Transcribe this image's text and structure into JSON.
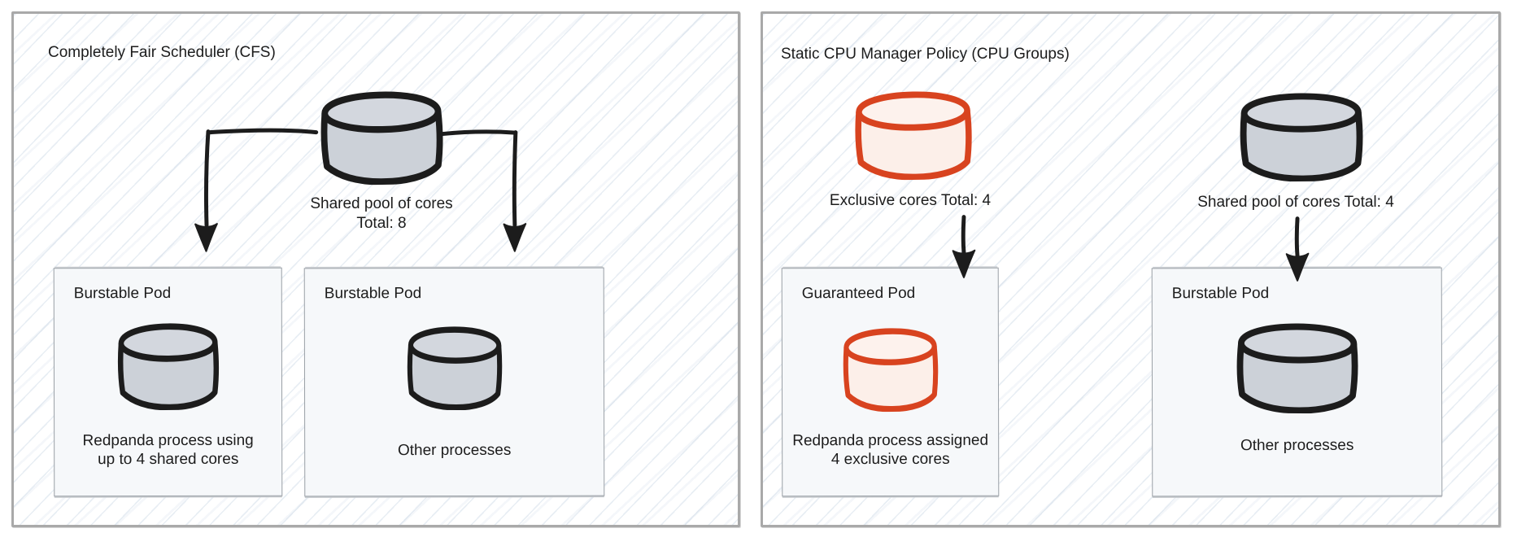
{
  "colors": {
    "ink": "#1c1c1c",
    "accent_red": "#d8431f",
    "red_fill": "#fcefe9",
    "red_fill_top": "#fdf2ed",
    "gray_fill": "#ccd1d8",
    "gray_fill_top": "#d3d7de",
    "panel_border": "#a9a9a9",
    "box_border": "#9aa0a6",
    "box_fill": "#f6f8fa",
    "hatch_line": "#dce6ef"
  },
  "left_panel": {
    "title": "Completely Fair Scheduler (CFS)",
    "pool": {
      "icon": "database-cylinder-gray",
      "label_line1": "Shared pool of cores",
      "label_line2": "Total: 8"
    },
    "pods": [
      {
        "title": "Burstable Pod",
        "icon": "database-cylinder-gray",
        "caption_line1": "Redpanda process using",
        "caption_line2": "up to 4 shared cores"
      },
      {
        "title": "Burstable Pod",
        "icon": "database-cylinder-gray",
        "caption_line1": "Other processes",
        "caption_line2": ""
      }
    ]
  },
  "right_panel": {
    "title": "Static CPU Manager Policy (CPU Groups)",
    "pools": [
      {
        "icon": "database-cylinder-red",
        "label": "Exclusive cores Total: 4"
      },
      {
        "icon": "database-cylinder-gray",
        "label": "Shared pool of cores Total: 4"
      }
    ],
    "pods": [
      {
        "title": "Guaranteed Pod",
        "icon": "database-cylinder-red",
        "caption_line1": "Redpanda process assigned",
        "caption_line2": "4 exclusive cores"
      },
      {
        "title": "Burstable Pod",
        "icon": "database-cylinder-gray",
        "caption_line1": "Other processes",
        "caption_line2": ""
      }
    ]
  }
}
